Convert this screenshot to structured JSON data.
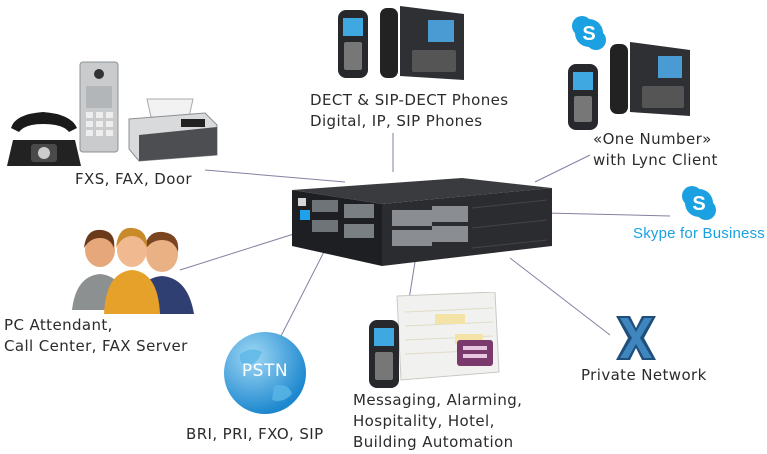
{
  "labels": {
    "fxs": "FXS, FAX, Door",
    "dect_line1": "DECT & SIP-DECT Phones",
    "dect_line2": "Digital, IP, SIP Phones",
    "one_number_line1": "«One Number»",
    "one_number_line2": "with Lync Client",
    "skype_business": "Skype for Business",
    "pc_line1": "PC Attendant,",
    "pc_line2": "Call Center, FAX Server",
    "pstn_badge": "PSTN",
    "bri": "BRI, PRI, FXO, SIP",
    "msg_line1": "Messaging, Alarming,",
    "msg_line2": "Hospitality, Hotel,",
    "msg_line3": "Building Automation",
    "private_network": "Private Network"
  },
  "colors": {
    "skype_blue": "#1ba1e2",
    "connector": "#6b5f8a",
    "device_dark": "#1e1f22"
  },
  "icons": [
    "phone-icon",
    "door-intercom-icon",
    "fax-machine-icon",
    "dect-handset-icon",
    "desk-phone-icon",
    "skype-icon",
    "pbx-server-icon",
    "call-center-agents-icon",
    "globe-icon",
    "messaging-screen-icon",
    "network-cross-icon"
  ]
}
